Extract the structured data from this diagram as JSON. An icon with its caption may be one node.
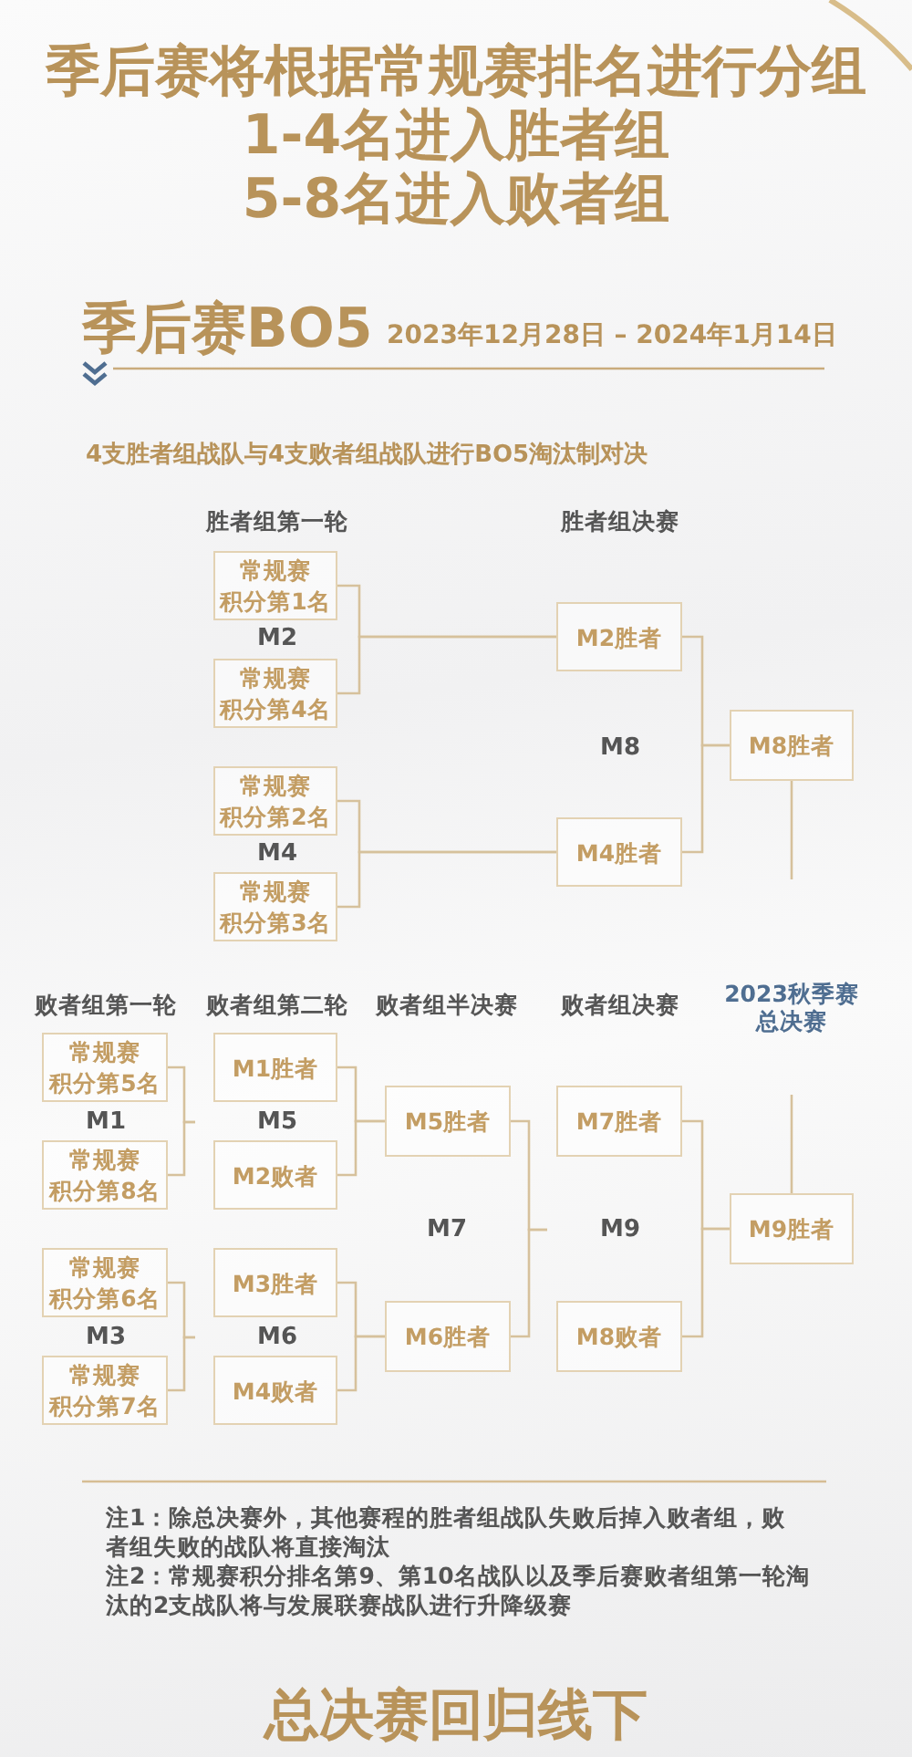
{
  "diagram": {
    "title": "季后赛将根据常规赛排名进行分组",
    "nodes": [
      {
        "text": [
          "常规赛",
          "积分第1名"
        ]
      },
      {
        "text": [
          "常规赛",
          "积分第4名"
        ]
      },
      {
        "text": [
          "常规赛",
          "积分第2名"
        ]
      },
      {
        "text": [
          "常规赛",
          "积分第3名"
        ]
      },
      {
        "text": [
          "M2胜者"
        ]
      },
      {
        "text": [
          "M4胜者"
        ]
      },
      {
        "text": [
          "M8胜者"
        ]
      },
      {
        "text": [
          "常规赛",
          "积分第5名"
        ]
      },
      {
        "text": [
          "常规赛",
          "积分第8名"
        ]
      },
      {
        "text": [
          "常规赛",
          "积分第6名"
        ]
      },
      {
        "text": [
          "常规赛",
          "积分第7名"
        ]
      },
      {
        "text": [
          "M1胜者"
        ]
      },
      {
        "text": [
          "M2败者"
        ]
      },
      {
        "text": [
          "M3胜者"
        ]
      },
      {
        "text": [
          "M4败者"
        ]
      },
      {
        "text": [
          "M5胜者"
        ]
      },
      {
        "text": [
          "M6胜者"
        ]
      },
      {
        "text": [
          "M7胜者"
        ]
      },
      {
        "text": [
          "M8败者"
        ]
      },
      {
        "text": [
          "M9胜者"
        ]
      }
    ],
    "edges": [
      {
        "from": 0,
        "to": 4,
        "arrow": "none"
      },
      {
        "from": 1,
        "to": 4,
        "arrow": "none"
      },
      {
        "from": 2,
        "to": 5,
        "arrow": "none"
      },
      {
        "from": 3,
        "to": 5,
        "arrow": "none"
      },
      {
        "from": 4,
        "to": 6,
        "arrow": "none"
      },
      {
        "from": 5,
        "to": 6,
        "arrow": "none"
      },
      {
        "from": 6,
        "to": null,
        "arrow": "none"
      },
      {
        "from": 7,
        "to": null,
        "arrow": "none"
      },
      {
        "from": 8,
        "to": null,
        "arrow": "none"
      },
      {
        "from": 9,
        "to": null,
        "arrow": "none"
      },
      {
        "from": 10,
        "to": null,
        "arrow": "none"
      },
      {
        "from": 11,
        "to": 15,
        "arrow": "none"
      },
      {
        "from": 12,
        "to": 15,
        "arrow": "none"
      },
      {
        "from": 13,
        "to": 16,
        "arrow": "none"
      },
      {
        "from": 14,
        "to": 16,
        "arrow": "none"
      },
      {
        "from": 15,
        "to": null,
        "arrow": "none"
      },
      {
        "from": 16,
        "to": null,
        "arrow": "none"
      },
      {
        "from": 17,
        "to": 19,
        "arrow": "none"
      },
      {
        "from": 18,
        "to": 19,
        "arrow": "none"
      },
      {
        "from": null,
        "to": 19,
        "arrow": "none"
      }
    ],
    "labels": [
      "1-4名进入胜者组",
      "5-8名进入败者组",
      "季后赛BO5",
      "2023年12月28日 – 2024年1月14日",
      "4支胜者组战队与4支败者组战队进行BO5淘汰制对决",
      "胜者组第一轮",
      "胜者组决赛",
      "M2",
      "M8",
      "M4",
      "败者组第一轮",
      "败者组第二轮",
      "败者组半决赛",
      "败者组决赛",
      "2023秋季赛",
      "总决赛",
      "M1",
      "M5",
      "M7",
      "M9",
      "M3",
      "M6",
      "注1：除总决赛外，其他赛程的胜者组战队失败后掉入败者组，败者组失败的战队将直接淘汰",
      "注2：常规赛积分排名第9、第10名战队以及季后赛败者组第一轮淘汰的2支战队将与发展联赛战队进行升降级赛",
      "总决赛回归线下"
    ]
  }
}
